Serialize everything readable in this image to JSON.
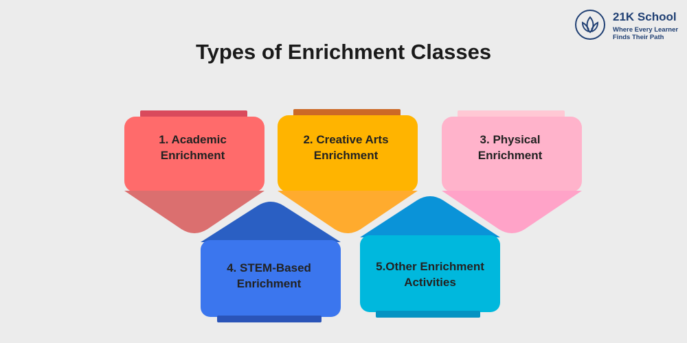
{
  "title": "Types of Enrichment Classes",
  "logo": {
    "name": "21K School",
    "tagline_line1": "Where Every Learner",
    "tagline_line2": "Finds Their Path"
  },
  "items": [
    {
      "label": "1. Academic\nEnrichment",
      "color": "#ff6b6b"
    },
    {
      "label": "2. Creative Arts\nEnrichment",
      "color": "#ffb400"
    },
    {
      "label": "3. Physical\nEnrichment",
      "color": "#ffb3cb"
    },
    {
      "label": "4. STEM-Based\nEnrichment",
      "color": "#3b76ee"
    },
    {
      "label": "5.Other Enrichment\nActivities",
      "color": "#00b8dd"
    }
  ]
}
